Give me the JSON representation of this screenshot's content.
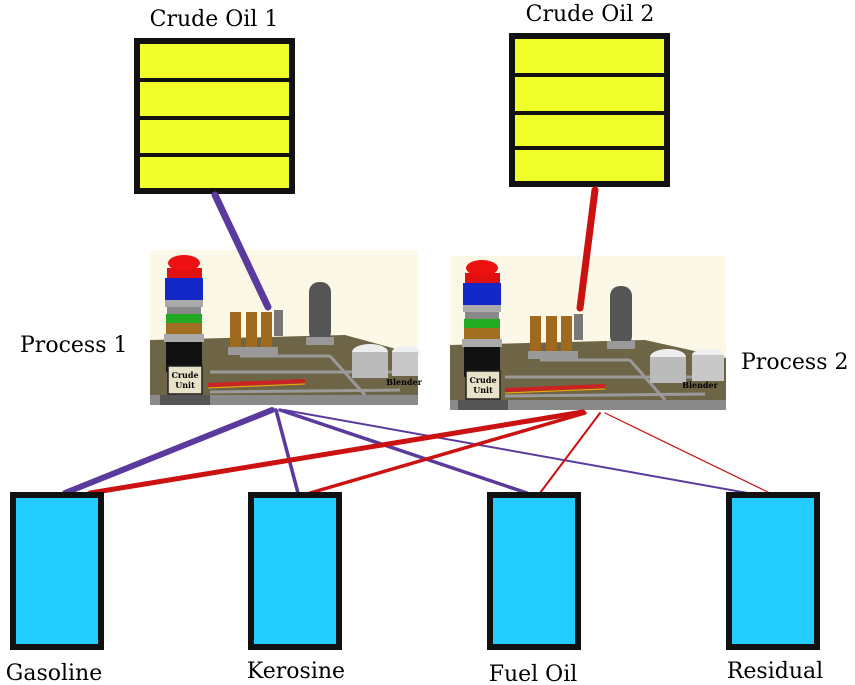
{
  "colors": {
    "tank_fill": "#f0ff2a",
    "product_fill": "#22ccff",
    "outline": "#111111",
    "process1_flow": "#5a3a9c",
    "process2_flow": "#cc1111",
    "platform": "#6d6545",
    "sky": "#fbf8e8"
  },
  "crude_tanks": [
    {
      "label": "Crude Oil 1"
    },
    {
      "label": "Crude Oil 2"
    }
  ],
  "processes": [
    {
      "label": "Process 1",
      "tower_label_line1": "Crude",
      "tower_label_line2": "Unit",
      "blender_label": "Blender"
    },
    {
      "label": "Process 2",
      "tower_label_line1": "Crude",
      "tower_label_line2": "Unit",
      "blender_label": "Blender"
    }
  ],
  "products": [
    {
      "label": "Gasoline"
    },
    {
      "label": "Kerosine"
    },
    {
      "label": "Fuel Oil"
    },
    {
      "label": "Residual"
    }
  ]
}
